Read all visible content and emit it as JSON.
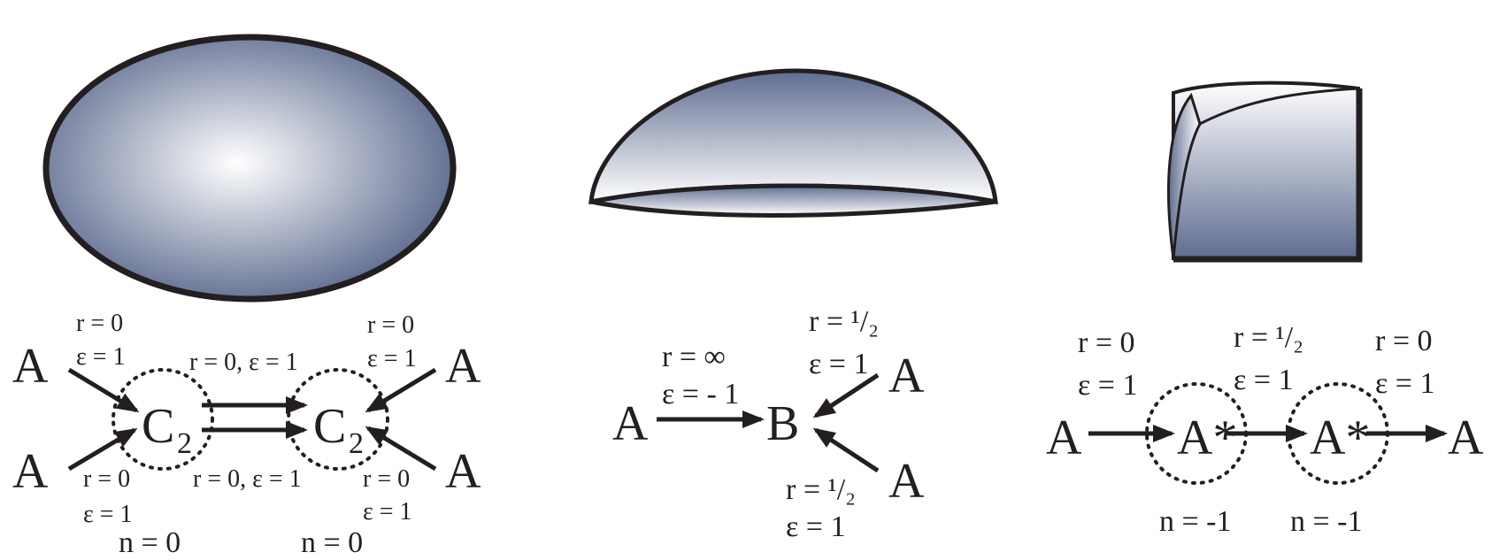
{
  "panel_left": {
    "mol_a_top_left": "A",
    "mol_a_bottom_left": "A",
    "mol_a_top_right": "A",
    "mol_a_bottom_right": "A",
    "complex_left": "C",
    "complex_left_sub": "2",
    "complex_right": "C",
    "complex_right_sub": "2",
    "label_top_left_r": "r = 0",
    "label_top_left_e": "ε = 1",
    "label_bottom_left_r": "r = 0",
    "label_bottom_left_e": "ε = 1",
    "label_top_right_r": "r = 0",
    "label_top_right_e": "ε = 1",
    "label_bottom_right_r": "r = 0",
    "label_bottom_right_e": "ε = 1",
    "label_forward": "r = 0, ε = 1",
    "label_backward": "r = 0, ε = 1",
    "n_left": "n = 0",
    "n_right": "n = 0"
  },
  "panel_middle": {
    "mol_a_left": "A",
    "mol_b": "B",
    "mol_a_top": "A",
    "mol_a_bottom": "A",
    "label_left_r": "r = ∞",
    "label_left_e": "ε = - 1",
    "label_top_r": "r = ¹/₂",
    "label_top_e": "ε = 1",
    "label_bottom_r": "r = ¹/₂",
    "label_bottom_e": "ε = 1"
  },
  "panel_right": {
    "mol_a_start": "A",
    "complex_1": "A*",
    "complex_2": "A*",
    "mol_a_end": "A",
    "label_1_r": "r = 0",
    "label_1_e": "ε = 1",
    "label_2_r": "r = ¹/₂",
    "label_2_e": "ε = 1",
    "label_3_r": "r = 0",
    "label_3_e": "ε = 1",
    "n_1": "n = -1",
    "n_2": "n = -1"
  },
  "colors": {
    "ink": "#231f20",
    "shape_dark": "#5d6c8e",
    "shape_light": "#ffffff"
  }
}
